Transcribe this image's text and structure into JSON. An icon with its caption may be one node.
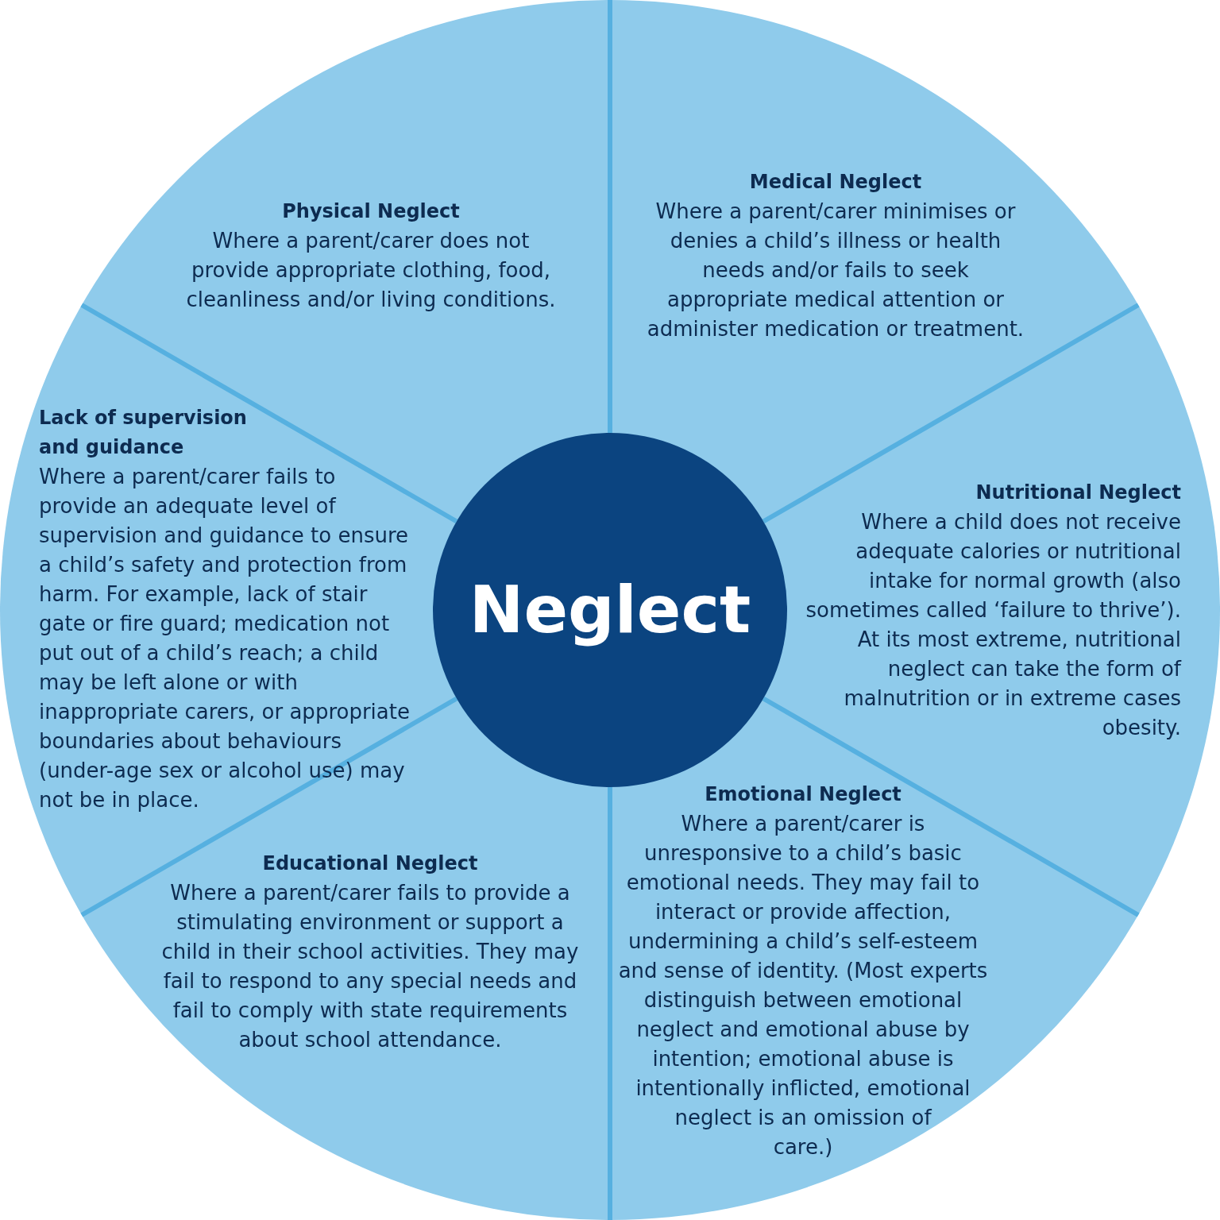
{
  "diagram": {
    "nodes": [
      {
        "text": [
          "Physical Neglect",
          "Where a parent/carer does not provide appropriate clothing, food, cleanliness and/or living conditions."
        ]
      },
      {
        "text": [
          "Medical Neglect",
          "Where a parent/carer minimises or denies a child’s illness or health needs and/or fails to seek appropriate medical attention or administer medication or treatment."
        ]
      },
      {
        "text": [
          "Lack of supervision and guidance",
          "Where a parent/carer fails to provide an adequate level of supervision and guidance to ensure a child’s safety and protection from harm. For example, lack of stair gate or fire guard; medication not put out of a child’s reach; a child may be left alone or with inappropriate carers, or appropriate boundaries about behaviours (under-age sex or alcohol use) may not be in place."
        ]
      },
      {
        "text": [
          "Neglect"
        ]
      },
      {
        "text": [
          "Nutritional Neglect",
          "Where a child does not receive adequate calories or nutritional intake for normal growth (also sometimes called ‘failure to thrive’). At its most extreme, nutritional neglect can take the form of malnutrition or in extreme cases obesity."
        ]
      },
      {
        "text": [
          "Educational Neglect",
          "Where a parent/carer fails to provide a stimulating environment or support a child in their school activities. They may fail to respond to any special needs and fail to comply with state requirements about school attendance."
        ]
      },
      {
        "text": [
          "Emotional Neglect",
          "Where a parent/carer is unresponsive to a child’s basic emotional needs. They may fail to interact or provide affection, undermining a child’s self-esteem and sense of identity. (Most experts distinguish between emotional neglect and emotional abuse by intention; emotional abuse is intentionally inflicted, emotional neglect is an omission of care.)"
        ]
      }
    ]
  }
}
